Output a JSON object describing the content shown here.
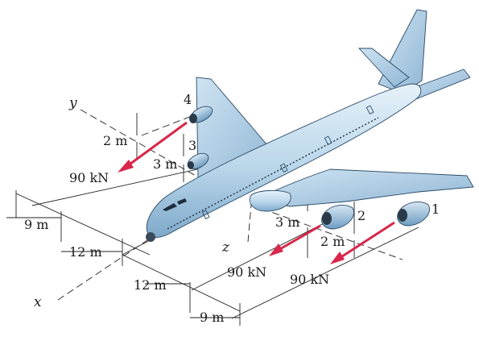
{
  "axes": {
    "x": "x",
    "y": "y",
    "z": "z"
  },
  "engines": [
    "1",
    "2",
    "3",
    "4"
  ],
  "forces": [
    "90 kN",
    "90 kN",
    "90 kN"
  ],
  "dimensions": {
    "d2m_left": "2 m",
    "d3m_left": "3 m",
    "d3m_right": "3 m",
    "d2m_right": "2 m",
    "d9m_top": "9 m",
    "d12m_top": "12 m",
    "d12m_bottom": "12 m",
    "d9m_bottom": "9 m"
  },
  "colors": {
    "force": "#d8274a",
    "fuselage_light": "#dcecf7",
    "fuselage_mid": "#a9cbe4",
    "fuselage_dark": "#6f9dc2",
    "outline": "#2a4a66"
  }
}
